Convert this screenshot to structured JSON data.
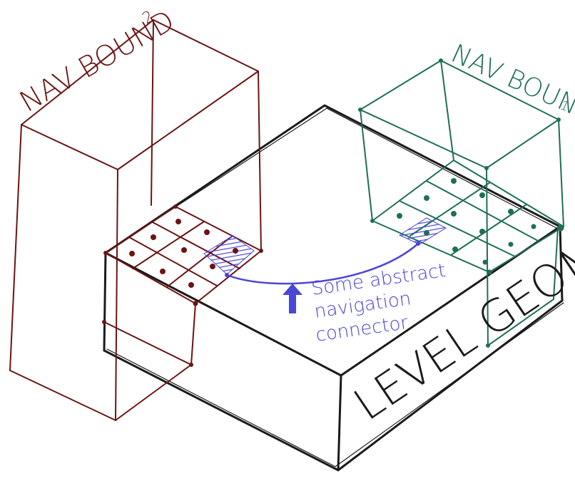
{
  "labels": {
    "nav_bound_2": {
      "main": "NAV BOUND",
      "sub": "2"
    },
    "nav_bound_1": {
      "main": "NAV BOUND",
      "sub": "1"
    },
    "level_geom": "LEVEL GEOM.",
    "connector": [
      "Some abstract",
      "navigation",
      "connector"
    ]
  },
  "colors": {
    "geometry": "#1a1a1a",
    "nav_bound_2": "#6b1414",
    "nav_bound_1": "#1f6e57",
    "connector": "#4a46d8"
  },
  "icons": {
    "connector_arrow": "arrow-up-icon"
  }
}
